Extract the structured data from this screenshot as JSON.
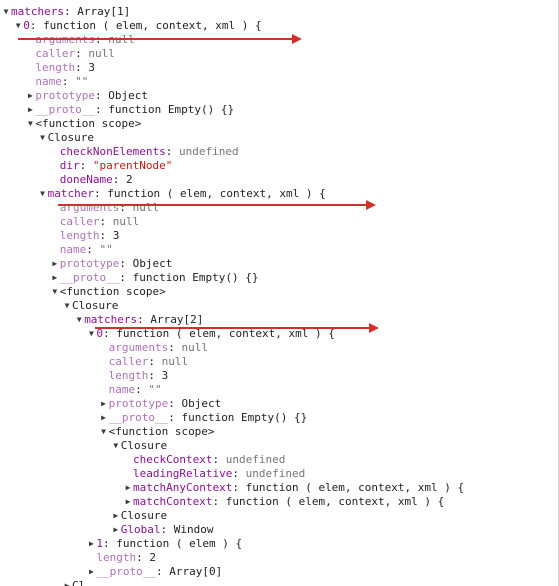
{
  "colors": {
    "property_key": "#881391",
    "muted_key": "#ad73b8",
    "number": "#1c00cf",
    "string": "#c41a16",
    "null_undefined": "#757575",
    "annotation_arrow": "#d4302a"
  },
  "tree": [
    {
      "indent": 0,
      "toggle": "expanded",
      "key": "matchers",
      "sep": ": ",
      "value": "Array[1]",
      "kind": "plain"
    },
    {
      "indent": 1,
      "toggle": "expanded",
      "key": "0",
      "sep": ": ",
      "value": "function ( elem, context, xml ) {",
      "kind": "fn"
    },
    {
      "indent": 2,
      "toggle": "none",
      "key": "arguments",
      "sep": ": ",
      "value": "null",
      "kind": "muted",
      "keyMuted": true
    },
    {
      "indent": 2,
      "toggle": "none",
      "key": "caller",
      "sep": ": ",
      "value": "null",
      "kind": "muted",
      "keyMuted": true
    },
    {
      "indent": 2,
      "toggle": "none",
      "key": "length",
      "sep": ": ",
      "value": "3",
      "kind": "plain",
      "keyMuted": true
    },
    {
      "indent": 2,
      "toggle": "none",
      "key": "name",
      "sep": ": ",
      "value": "\"\"",
      "kind": "muted",
      "keyMuted": true
    },
    {
      "indent": 2,
      "toggle": "collapsed",
      "key": "prototype",
      "sep": ": ",
      "value": "Object",
      "kind": "plain",
      "keyMuted": true
    },
    {
      "indent": 2,
      "toggle": "collapsed",
      "key": "__proto__",
      "sep": ": ",
      "value": "function Empty() {}",
      "kind": "plain",
      "keyMuted": true
    },
    {
      "indent": 2,
      "toggle": "expanded",
      "key": "",
      "sep": "",
      "value": "<function scope>",
      "kind": "plain"
    },
    {
      "indent": 3,
      "toggle": "expanded",
      "key": "",
      "sep": "",
      "value": "Closure",
      "kind": "plain"
    },
    {
      "indent": 4,
      "toggle": "none",
      "key": "checkNonElements",
      "sep": ": ",
      "value": "undefined",
      "kind": "muted"
    },
    {
      "indent": 4,
      "toggle": "none",
      "key": "dir",
      "sep": ": ",
      "value": "\"parentNode\"",
      "kind": "str"
    },
    {
      "indent": 4,
      "toggle": "none",
      "key": "doneName",
      "sep": ": ",
      "value": "2",
      "kind": "plain"
    },
    {
      "indent": 3,
      "toggle": "expanded",
      "key": "matcher",
      "sep": ": ",
      "value": "function ( elem, context, xml ) {",
      "kind": "fn"
    },
    {
      "indent": 4,
      "toggle": "none",
      "key": "arguments",
      "sep": ": ",
      "value": "null",
      "kind": "muted",
      "keyMuted": true
    },
    {
      "indent": 4,
      "toggle": "none",
      "key": "caller",
      "sep": ": ",
      "value": "null",
      "kind": "muted",
      "keyMuted": true
    },
    {
      "indent": 4,
      "toggle": "none",
      "key": "length",
      "sep": ": ",
      "value": "3",
      "kind": "plain",
      "keyMuted": true
    },
    {
      "indent": 4,
      "toggle": "none",
      "key": "name",
      "sep": ": ",
      "value": "\"\"",
      "kind": "muted",
      "keyMuted": true
    },
    {
      "indent": 4,
      "toggle": "collapsed",
      "key": "prototype",
      "sep": ": ",
      "value": "Object",
      "kind": "plain",
      "keyMuted": true
    },
    {
      "indent": 4,
      "toggle": "collapsed",
      "key": "__proto__",
      "sep": ": ",
      "value": "function Empty() {}",
      "kind": "plain",
      "keyMuted": true
    },
    {
      "indent": 4,
      "toggle": "expanded",
      "key": "",
      "sep": "",
      "value": "<function scope>",
      "kind": "plain"
    },
    {
      "indent": 5,
      "toggle": "expanded",
      "key": "",
      "sep": "",
      "value": "Closure",
      "kind": "plain"
    },
    {
      "indent": 6,
      "toggle": "expanded",
      "key": "matchers",
      "sep": ": ",
      "value": "Array[2]",
      "kind": "plain"
    },
    {
      "indent": 7,
      "toggle": "expanded",
      "key": "0",
      "sep": ": ",
      "value": "function ( elem, context, xml ) {",
      "kind": "fn"
    },
    {
      "indent": 8,
      "toggle": "none",
      "key": "arguments",
      "sep": ": ",
      "value": "null",
      "kind": "muted",
      "keyMuted": true
    },
    {
      "indent": 8,
      "toggle": "none",
      "key": "caller",
      "sep": ": ",
      "value": "null",
      "kind": "muted",
      "keyMuted": true
    },
    {
      "indent": 8,
      "toggle": "none",
      "key": "length",
      "sep": ": ",
      "value": "3",
      "kind": "plain",
      "keyMuted": true
    },
    {
      "indent": 8,
      "toggle": "none",
      "key": "name",
      "sep": ": ",
      "value": "\"\"",
      "kind": "muted",
      "keyMuted": true
    },
    {
      "indent": 8,
      "toggle": "collapsed",
      "key": "prototype",
      "sep": ": ",
      "value": "Object",
      "kind": "plain",
      "keyMuted": true
    },
    {
      "indent": 8,
      "toggle": "collapsed",
      "key": "__proto__",
      "sep": ": ",
      "value": "function Empty() {}",
      "kind": "plain",
      "keyMuted": true
    },
    {
      "indent": 8,
      "toggle": "expanded",
      "key": "",
      "sep": "",
      "value": "<function scope>",
      "kind": "plain"
    },
    {
      "indent": 9,
      "toggle": "expanded",
      "key": "",
      "sep": "",
      "value": "Closure",
      "kind": "plain"
    },
    {
      "indent": 10,
      "toggle": "none",
      "key": "checkContext",
      "sep": ": ",
      "value": "undefined",
      "kind": "muted"
    },
    {
      "indent": 10,
      "toggle": "none",
      "key": "leadingRelative",
      "sep": ": ",
      "value": "undefined",
      "kind": "muted"
    },
    {
      "indent": 10,
      "toggle": "collapsed",
      "key": "matchAnyContext",
      "sep": ": ",
      "value": "function ( elem, context, xml ) {",
      "kind": "fn"
    },
    {
      "indent": 10,
      "toggle": "collapsed",
      "key": "matchContext",
      "sep": ": ",
      "value": "function ( elem, context, xml ) {",
      "kind": "fn"
    },
    {
      "indent": 9,
      "toggle": "collapsed",
      "key": "",
      "sep": "",
      "value": "Closure",
      "kind": "plain"
    },
    {
      "indent": 9,
      "toggle": "collapsed",
      "key": "Global",
      "sep": ": ",
      "value": "Window",
      "kind": "plain"
    },
    {
      "indent": 7,
      "toggle": "collapsed",
      "key": "1",
      "sep": ": ",
      "value": "function ( elem ) {",
      "kind": "fn"
    },
    {
      "indent": 7,
      "toggle": "none",
      "key": "length",
      "sep": ": ",
      "value": "2",
      "kind": "plain",
      "keyMuted": true
    },
    {
      "indent": 7,
      "toggle": "collapsed",
      "key": "__proto__",
      "sep": ": ",
      "value": "Array[0]",
      "kind": "plain",
      "keyMuted": true
    },
    {
      "indent": 5,
      "toggle": "collapsed",
      "key": "",
      "sep": "",
      "value": "Cl",
      "kind": "plain"
    }
  ]
}
